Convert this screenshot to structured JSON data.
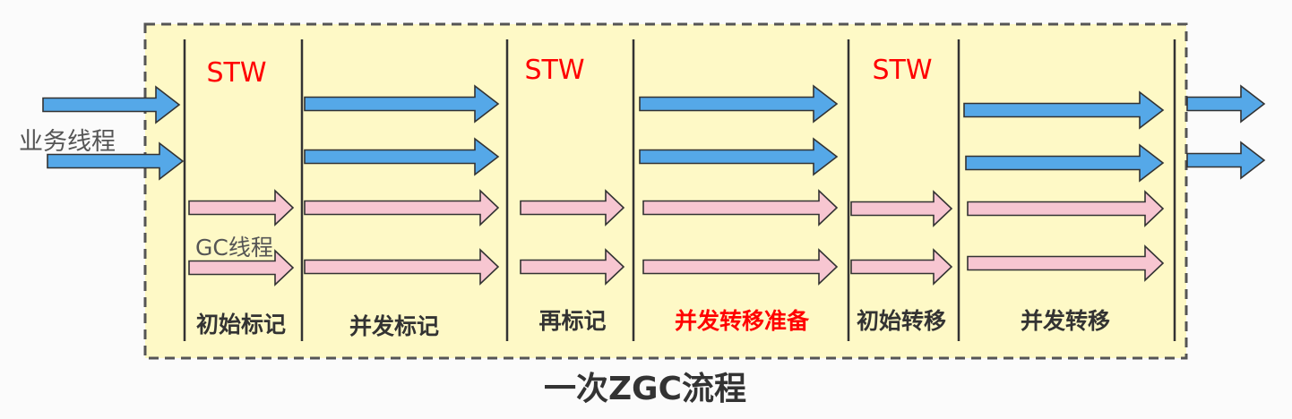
{
  "labels": {
    "business_threads": "业务线程",
    "gc_threads": "GC线程",
    "caption": "一次ZGC流程"
  },
  "stw_label": "STW",
  "phases": [
    {
      "name": "初始标记",
      "stw": true,
      "highlight": false
    },
    {
      "name": "并发标记",
      "stw": false,
      "highlight": false
    },
    {
      "name": "再标记",
      "stw": true,
      "highlight": false
    },
    {
      "name": "并发转移准备",
      "stw": false,
      "highlight": true
    },
    {
      "name": "初始转移",
      "stw": true,
      "highlight": false
    },
    {
      "name": "并发转移",
      "stw": false,
      "highlight": false
    }
  ],
  "colors": {
    "panel_fill": "#fef9c6",
    "panel_border": "#555555",
    "business_arrow": "#55a8e8",
    "gc_arrow": "#f7c6d1",
    "arrow_outline": "#333333",
    "stw_text": "#ff0000",
    "phase_text": "#333333",
    "phase_highlight_text": "#ff0000",
    "divider": "#333333"
  }
}
